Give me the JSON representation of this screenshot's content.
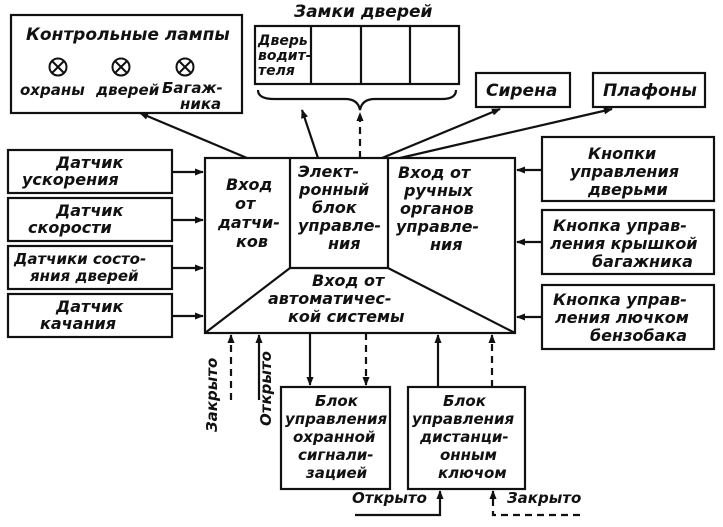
{
  "lamps": {
    "title": "Контрольные лампы",
    "security": "охраны",
    "doors": "дверей",
    "trunk": [
      "Багаж-",
      "ника"
    ]
  },
  "door_locks": {
    "title": "Замки дверей",
    "driver": [
      "Дверь",
      "водит-",
      "теля"
    ]
  },
  "siren": "Сирена",
  "ceiling_lights": "Плафоны",
  "sensors": {
    "acceleration": [
      "Датчик",
      "ускорения"
    ],
    "speed": [
      "Датчик",
      "скорости"
    ],
    "door_state": [
      "Датчики состо-",
      "яния дверей"
    ],
    "tilt": [
      "Датчик",
      "качания"
    ]
  },
  "central": {
    "input_sensors": [
      "Вход",
      "от",
      "датчи-",
      "ков"
    ],
    "ecu": [
      "Элект-",
      "ронный",
      "блок",
      "управле-",
      "ния"
    ],
    "input_manual": [
      "Вход от",
      "ручных",
      "органов",
      "управле-",
      "ния"
    ],
    "input_auto": [
      "Вход от",
      "автоматичес-",
      "кой системы"
    ]
  },
  "buttons": {
    "doors": [
      "Кнопки",
      "управления",
      "дверьми"
    ],
    "trunk_lid": [
      "Кнопка управ-",
      "ления крышкой",
      "багажника"
    ],
    "fuel_hatch": [
      "Кнопка управ-",
      "ления лючком",
      "бензобака"
    ]
  },
  "alarm_unit": [
    "Блок",
    "управления",
    "охранной",
    "сигнали-",
    "зацией"
  ],
  "remote_unit": [
    "Блок",
    "управления",
    "дистанци-",
    "онным",
    "ключом"
  ],
  "signals": {
    "closed_left": "Закрыто",
    "open_left": "Открыто",
    "open_bottom": "Открыто",
    "closed_bottom": "Закрыто"
  }
}
